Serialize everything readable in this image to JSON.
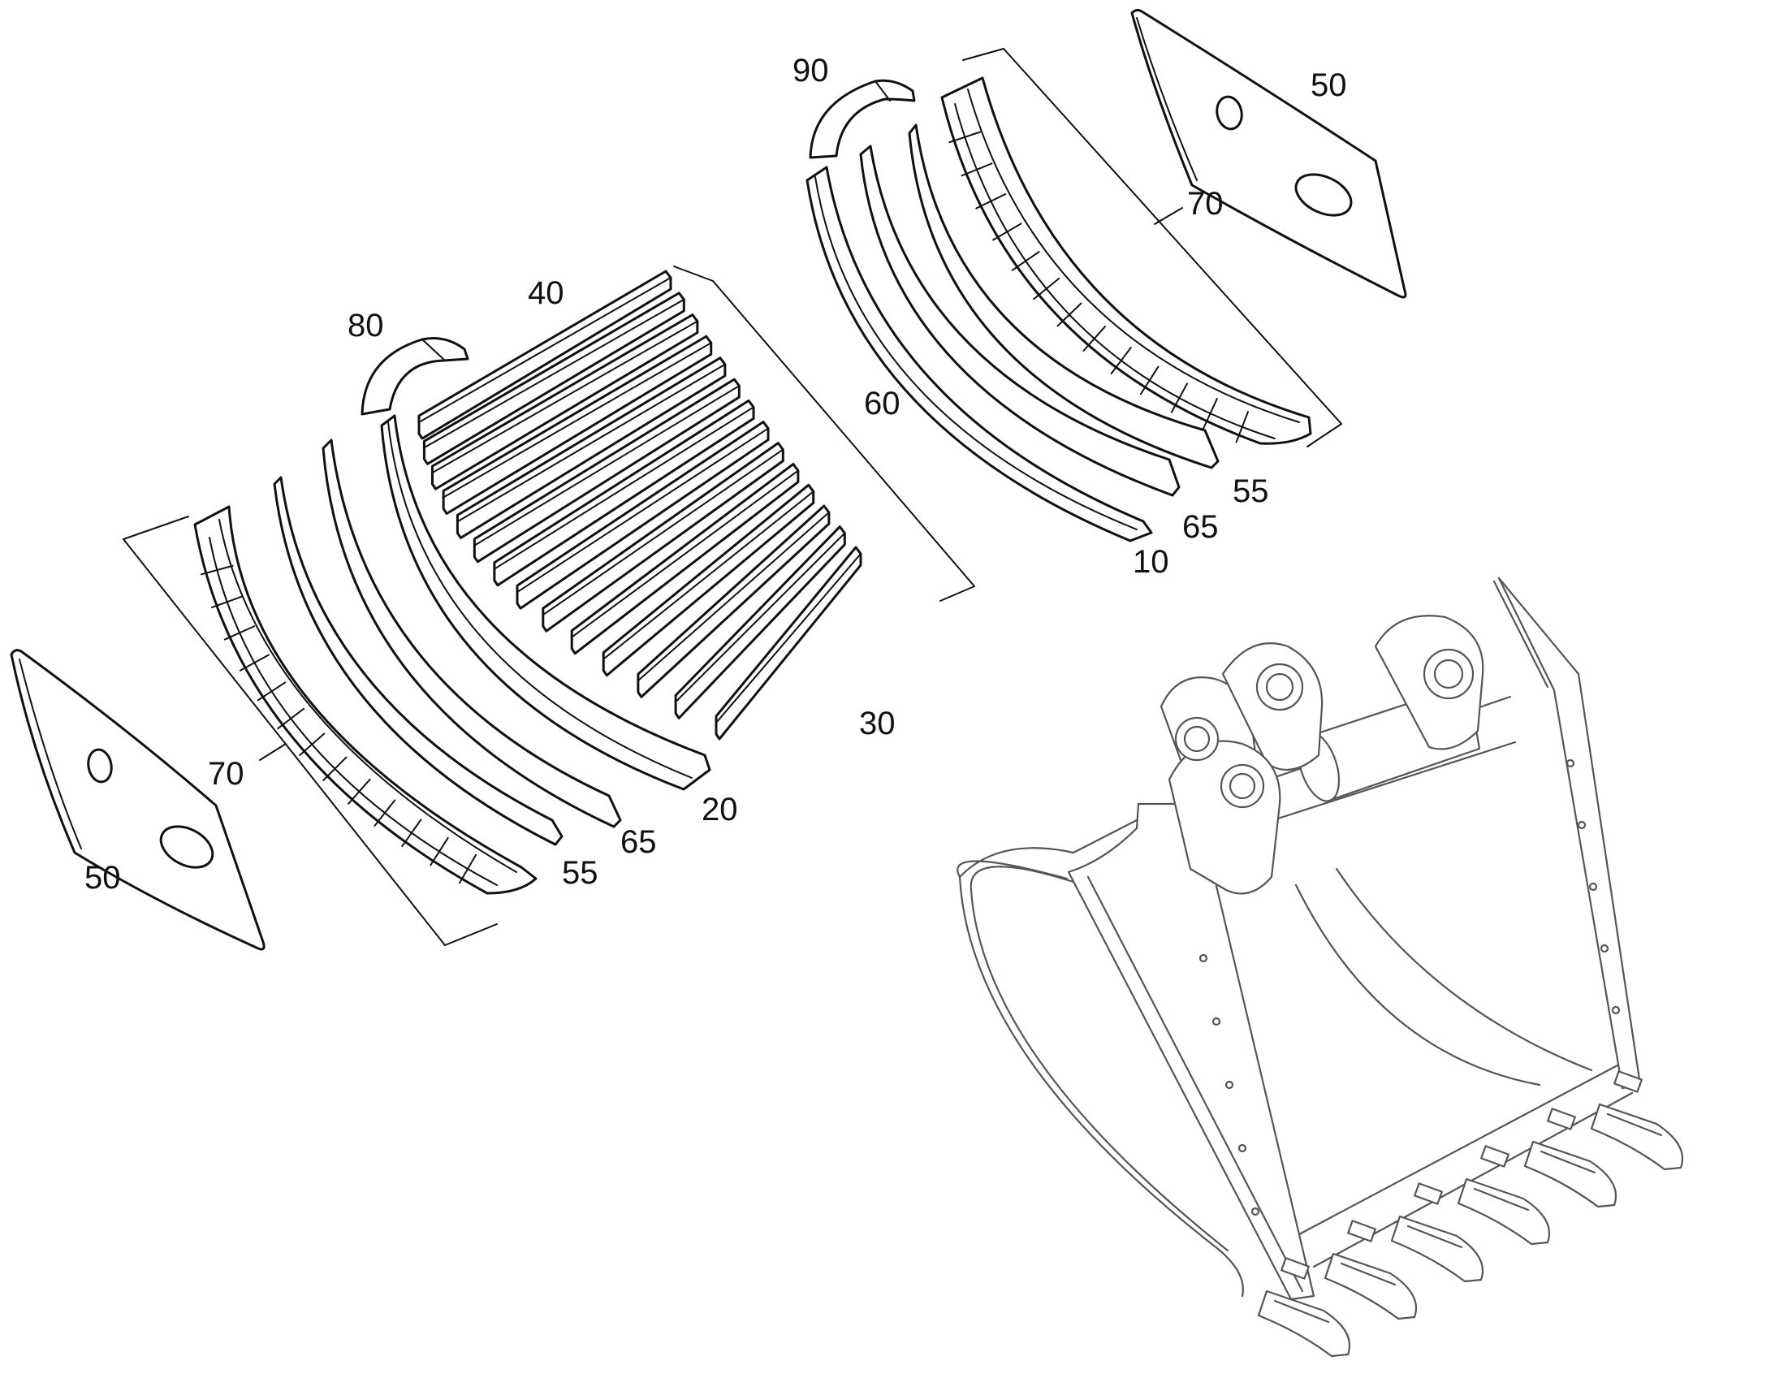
{
  "labels": {
    "l10": "10",
    "l20": "20",
    "l30": "30",
    "l40": "40",
    "l50": "50",
    "l55": "55",
    "l60": "60",
    "l65": "65",
    "l70": "70",
    "l80": "80",
    "l90": "90"
  }
}
